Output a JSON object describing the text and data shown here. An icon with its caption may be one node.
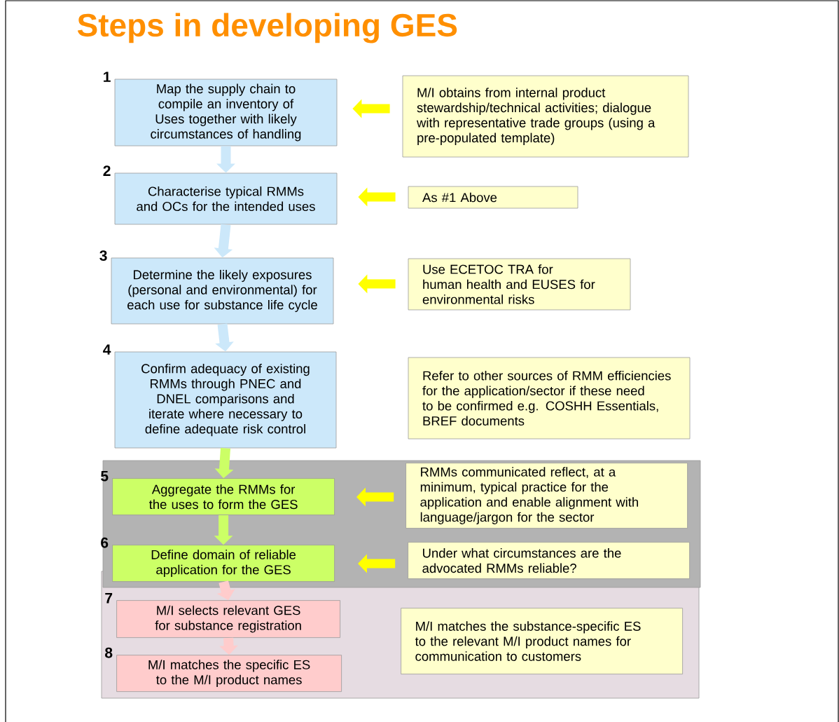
{
  "diagram": {
    "title": "Steps in developing GES",
    "nodes": [
      {
        "text": [
          "Map the supply chain to compile an inventory of Uses together with likely circumstances of handling"
        ],
        "beside": [
          "1"
        ]
      },
      {
        "text": [
          "M/I obtains from internal product stewardship/technical activities; dialogue with representative trade groups (using a pre-populated template)"
        ]
      },
      {
        "text": [
          "Characterise typical RMMs and OCs for the intended uses"
        ],
        "beside": [
          "2"
        ]
      },
      {
        "text": [
          "As #1 Above"
        ]
      },
      {
        "text": [
          "Determine the likely exposures (personal and environmental) for each use for substance life cycle"
        ],
        "beside": [
          "3"
        ]
      },
      {
        "text": [
          "Use ECETOC TRA for human health and EUSES for environmental risks"
        ]
      },
      {
        "text": [
          "Confirm adequacy of existing RMMs through PNEC and DNEL comparisons and iterate where necessary to define adequate risk control"
        ],
        "beside": [
          "4"
        ]
      },
      {
        "text": [
          "Refer to other sources of RMM efficiencies for the application/sector if these need to be confirmed e.g. COSHH Essentials, BREF documents"
        ]
      },
      {
        "text": [],
        "shape": "box"
      },
      {
        "text": [
          "Aggregate the RMMs for the uses to form the GES"
        ],
        "beside": [
          "5"
        ],
        "in": 8
      },
      {
        "text": [
          "RMMs communicated reflect, at a minimum, typical practice for the application and enable alignment with language/jargon for the sector"
        ],
        "in": 8
      },
      {
        "text": [
          "Define domain of reliable application for the GES"
        ],
        "beside": [
          "6"
        ],
        "in": 8
      },
      {
        "text": [
          "Under what circumstances are the advocated RMMs reliable?"
        ],
        "in": 8
      },
      {
        "text": [],
        "shape": "box"
      },
      {
        "text": [
          "M/I selects relevant GES for substance registration"
        ],
        "beside": [
          "7"
        ],
        "in": 13
      },
      {
        "text": [
          "M/I matches the specific ES to the M/I product names"
        ],
        "beside": [
          "8"
        ],
        "in": 13
      },
      {
        "text": [
          "M/I matches the substance-specific ES to the relevant M/I product names for communication to customers"
        ],
        "in": 13
      }
    ],
    "edges": [
      {
        "from": 0,
        "to": 2,
        "arrow": "to",
        "color": "#cce8fa"
      },
      {
        "from": 2,
        "to": 4,
        "arrow": "to",
        "color": "#cce8fa"
      },
      {
        "from": 4,
        "to": 6,
        "arrow": "to",
        "color": "#cce8fa"
      },
      {
        "from": 6,
        "to": 9,
        "arrow": "to",
        "color": "#ccff66"
      },
      {
        "from": 9,
        "to": 11,
        "arrow": "to",
        "color": "#ccff66"
      },
      {
        "from": 11,
        "to": 14,
        "arrow": "to",
        "color": "#ffcccc"
      },
      {
        "from": 14,
        "to": 15,
        "arrow": "to",
        "color": "#ffcccc"
      },
      {
        "from": 1,
        "to": 0,
        "arrow": "to"
      },
      {
        "from": 3,
        "to": 2,
        "arrow": "to"
      },
      {
        "from": 5,
        "to": 4,
        "arrow": "to"
      },
      {
        "from": 10,
        "to": 9,
        "arrow": "to"
      },
      {
        "from": 12,
        "to": 11,
        "arrow": "to"
      }
    ]
  }
}
